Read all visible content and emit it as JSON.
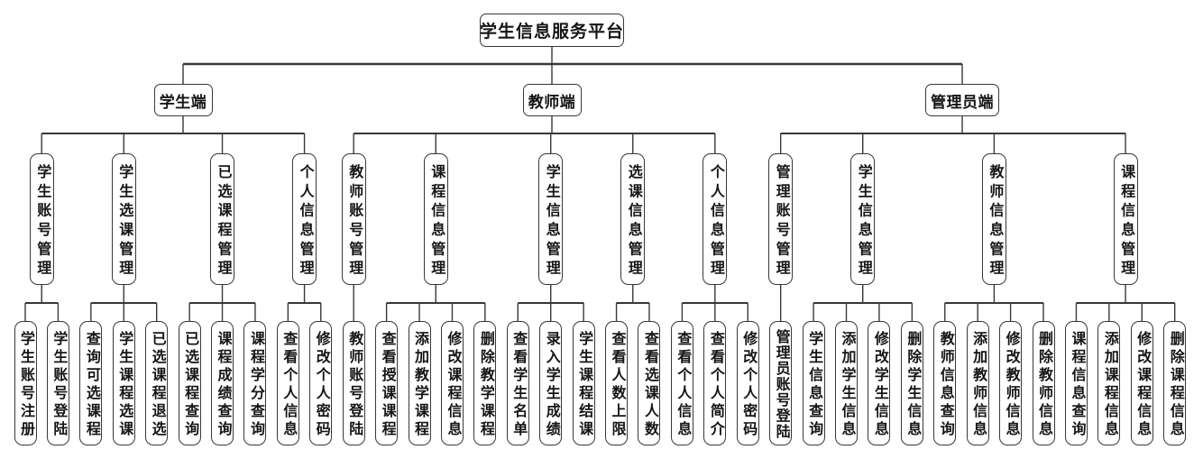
{
  "diagram": {
    "root": {
      "label": "学生信息服务平台"
    },
    "branches": [
      {
        "label": "学生端",
        "modules": [
          {
            "label": "学生账号管理",
            "items": [
              "学生账号注册",
              "学生账号登陆"
            ]
          },
          {
            "label": "学生选课管理",
            "items": [
              "查询可选课程",
              "学生课程选课",
              "已选课程退选"
            ]
          },
          {
            "label": "已选课程管理",
            "items": [
              "已选课程查询",
              "课程成绩查询",
              "课程学分查询"
            ]
          },
          {
            "label": "个人信息管理",
            "items": [
              "查看个人信息",
              "修改个人密码"
            ]
          }
        ]
      },
      {
        "label": "教师端",
        "modules": [
          {
            "label": "教师账号管理",
            "items": [
              "教师账号登陆"
            ]
          },
          {
            "label": "课程信息管理",
            "items": [
              "查看授课课程",
              "添加教学课程",
              "修改课程信息",
              "删除教学课程"
            ]
          },
          {
            "label": "学生信息管理",
            "items": [
              "查看学生名单",
              "录入学生成绩",
              "学生课程结课"
            ]
          },
          {
            "label": "选课信息管理",
            "items": [
              "查看人数上限",
              "查看选课人数"
            ]
          },
          {
            "label": "个人信息管理",
            "items": [
              "查看个人信息",
              "查看个人简介",
              "修改个人密码"
            ]
          }
        ]
      },
      {
        "label": "管理员端",
        "modules": [
          {
            "label": "管理账号管理",
            "items": [
              "管理员账号登陆"
            ]
          },
          {
            "label": "学生信息管理",
            "items": [
              "学生信息查询",
              "添加学生信息",
              "修改学生信息",
              "删除学生信息"
            ]
          },
          {
            "label": "教师信息管理",
            "items": [
              "教师信息查询",
              "添加教师信息",
              "修改教师信息",
              "删除教师信息"
            ]
          },
          {
            "label": "课程信息管理",
            "items": [
              "课程信息查询",
              "添加课程信息",
              "修改课程信息",
              "删除课程信息"
            ]
          }
        ]
      }
    ]
  },
  "colors": {
    "line": "#383838",
    "box_border": "#383838",
    "box_fill": "#ffffff",
    "text": "#151515",
    "background": "#ffffff"
  }
}
